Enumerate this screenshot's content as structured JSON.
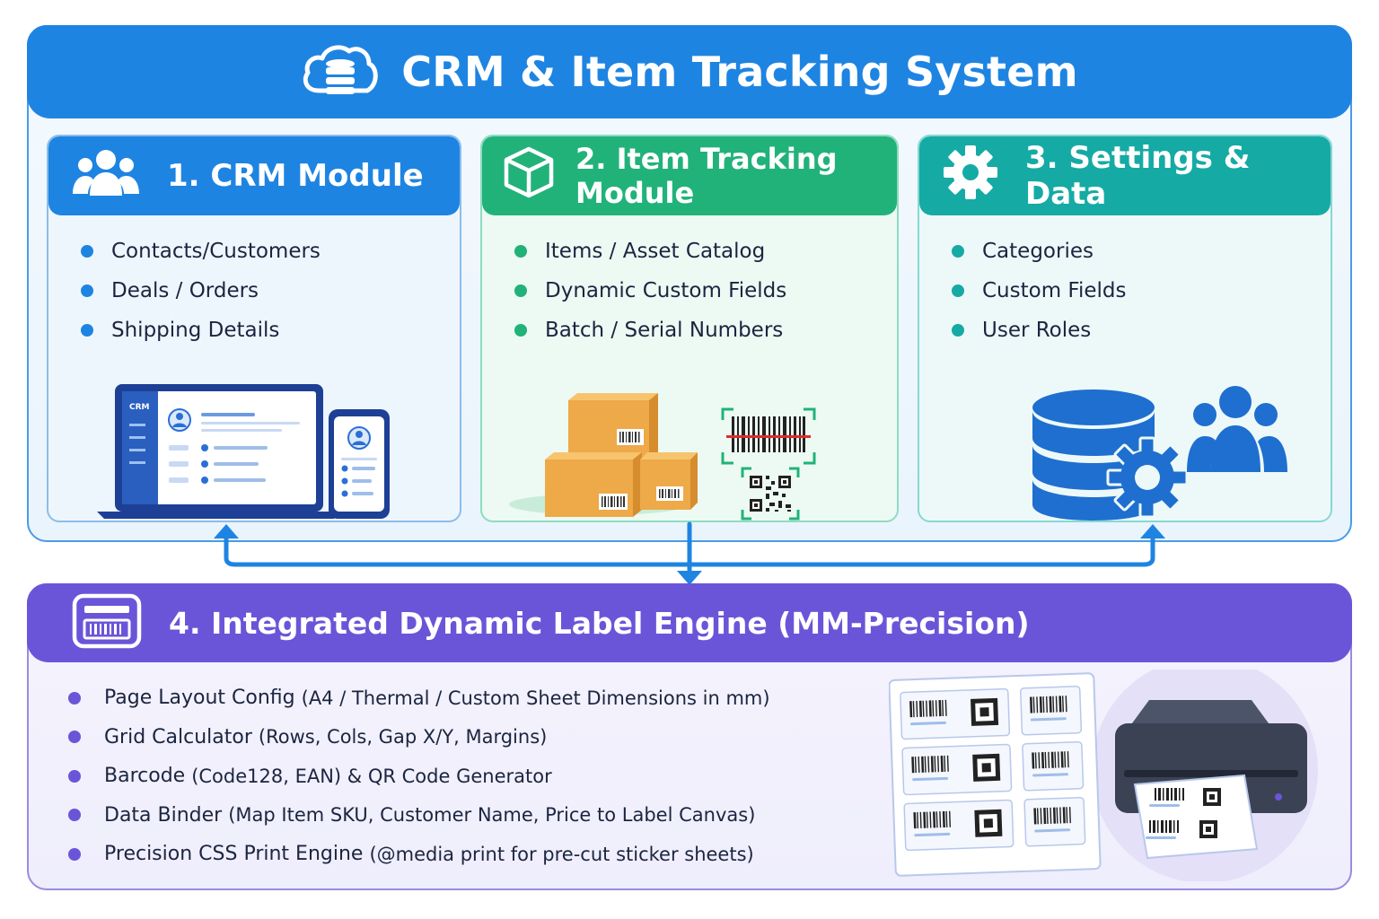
{
  "system": {
    "title": "CRM & Item Tracking System",
    "icon": "cloud-database-icon"
  },
  "modules": [
    {
      "id": "crm",
      "title": "1. CRM Module",
      "icon": "users-icon",
      "color": "#1e84e2",
      "items": [
        "Contacts/Customers",
        "Deals / Orders",
        "Shipping Details"
      ],
      "illustration": {
        "icon": "laptop-phone-crm-icon",
        "screen_label": "CRM"
      }
    },
    {
      "id": "item-tracking",
      "title": "2. Item Tracking Module",
      "icon": "box-icon",
      "color": "#21b27a",
      "items": [
        "Items / Asset Catalog",
        "Dynamic Custom Fields",
        "Batch / Serial Numbers"
      ],
      "illustration": {
        "icon": "boxes-barcode-qr-icon"
      }
    },
    {
      "id": "settings",
      "title": "3. Settings & Data",
      "icon": "gear-icon",
      "color": "#16aaa5",
      "items": [
        "Categories",
        "Custom Fields",
        "User Roles"
      ],
      "illustration": {
        "icon": "database-gear-users-icon"
      }
    }
  ],
  "label_engine": {
    "title": "4. Integrated Dynamic Label Engine (MM-Precision)",
    "icon": "label-printer-icon",
    "color": "#6a55d9",
    "items": [
      {
        "lead": "Page Layout Config",
        "detail": "(A4 / Thermal / Custom Sheet Dimensions in mm)"
      },
      {
        "lead": "Grid Calculator",
        "detail": "(Rows, Cols, Gap X/Y, Margins)"
      },
      {
        "lead": "Barcode",
        "detail": "(Code128, EAN) & QR Code Generator"
      },
      {
        "lead": "Data Binder",
        "detail": "(Map Item SKU, Customer Name, Price to Label Canvas)"
      },
      {
        "lead": "Precision CSS Print Engine",
        "detail": "(@media print for pre-cut sticker sheets)"
      }
    ],
    "illustration": {
      "icon": "sticker-sheet-printer-icon"
    }
  },
  "connector_color": "#1e84e2"
}
